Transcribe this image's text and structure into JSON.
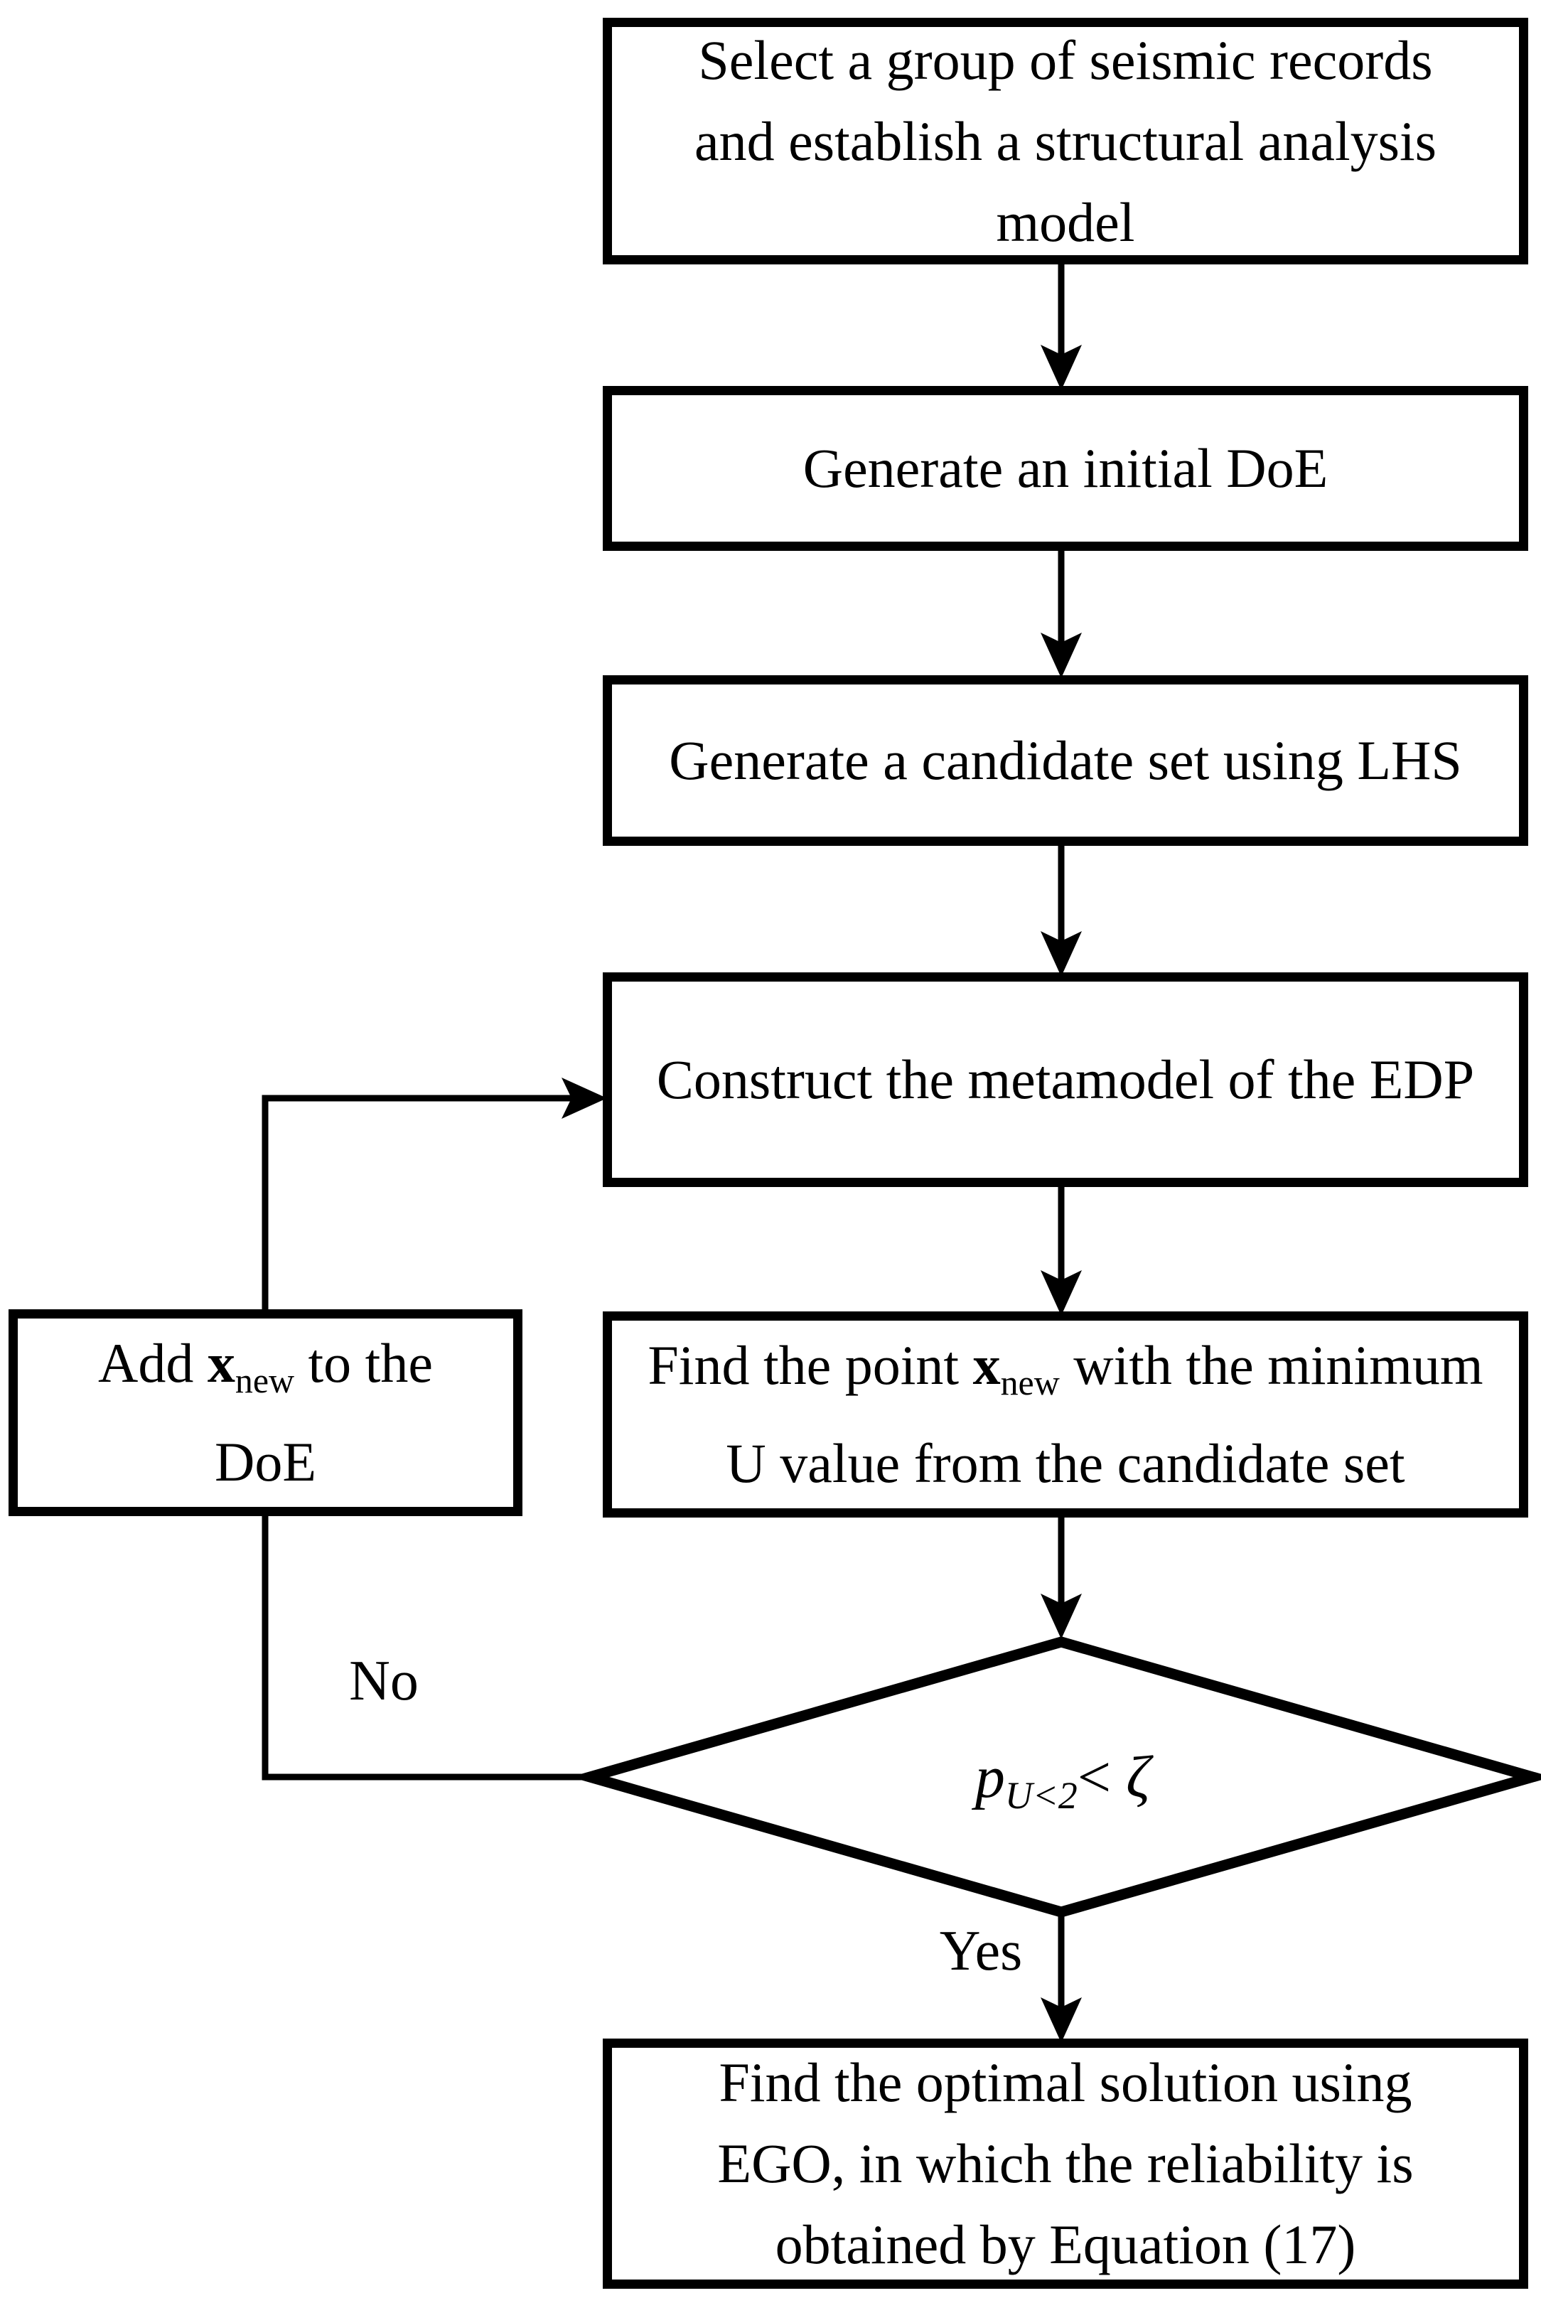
{
  "colors": {
    "ink": "#000000",
    "paper": "#ffffff"
  },
  "labels": {
    "no": "No",
    "yes": "Yes"
  },
  "boxes": {
    "select_records": {
      "lines": [
        [
          {
            "t": "Select a group of seismic records"
          }
        ],
        [
          {
            "t": "and establish a structural analysis"
          }
        ],
        [
          {
            "t": "model"
          }
        ]
      ]
    },
    "generate_doe": {
      "lines": [
        [
          {
            "t": "Generate an initial DoE"
          }
        ]
      ]
    },
    "candidate_set": {
      "lines": [
        [
          {
            "t": "Generate a candidate set using LHS"
          }
        ]
      ]
    },
    "construct_metamodel": {
      "lines": [
        [
          {
            "t": "Construct the metamodel of the EDP"
          }
        ]
      ]
    },
    "find_point": {
      "lines": [
        [
          {
            "t": "Find the point "
          },
          {
            "t": "x",
            "f": "b"
          },
          {
            "t": "new",
            "f": "sub"
          },
          {
            "t": " with the minimum"
          }
        ],
        [
          {
            "t": "U value from the candidate set"
          }
        ]
      ]
    },
    "add_point": {
      "lines": [
        [
          {
            "t": "Add "
          },
          {
            "t": "x",
            "f": "b"
          },
          {
            "t": "new",
            "f": "sub"
          },
          {
            "t": " to the"
          }
        ],
        [
          {
            "t": "DoE"
          }
        ]
      ]
    },
    "optimal_solution": {
      "lines": [
        [
          {
            "t": "Find the optimal solution using"
          }
        ],
        [
          {
            "t": "EGO, in which the reliability is"
          }
        ],
        [
          {
            "t": "obtained by Equation (17)"
          }
        ]
      ]
    }
  },
  "decision": {
    "condition": [
      {
        "t": "p",
        "f": "i"
      },
      {
        "t": "U<2",
        "f": "isub"
      },
      {
        "t": "< ",
        "f": ""
      },
      {
        "t": "ζ",
        "f": "i"
      }
    ]
  }
}
